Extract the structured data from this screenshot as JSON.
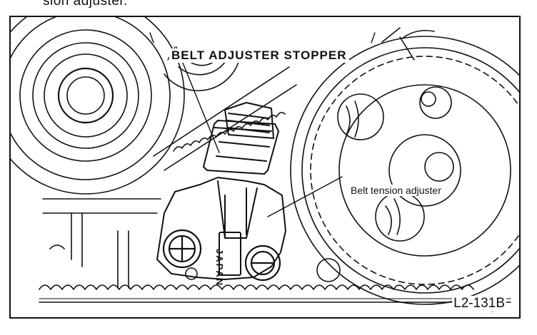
{
  "header": {
    "caption_fragment": "sion adjuster."
  },
  "diagram": {
    "labels": {
      "belt_adjuster_stopper": "BELT ADJUSTER STOPPER",
      "belt_tension_adjuster": "Belt tension adjuster"
    },
    "figure_id": "L2-131B",
    "part_stamp": "JAPAN"
  }
}
